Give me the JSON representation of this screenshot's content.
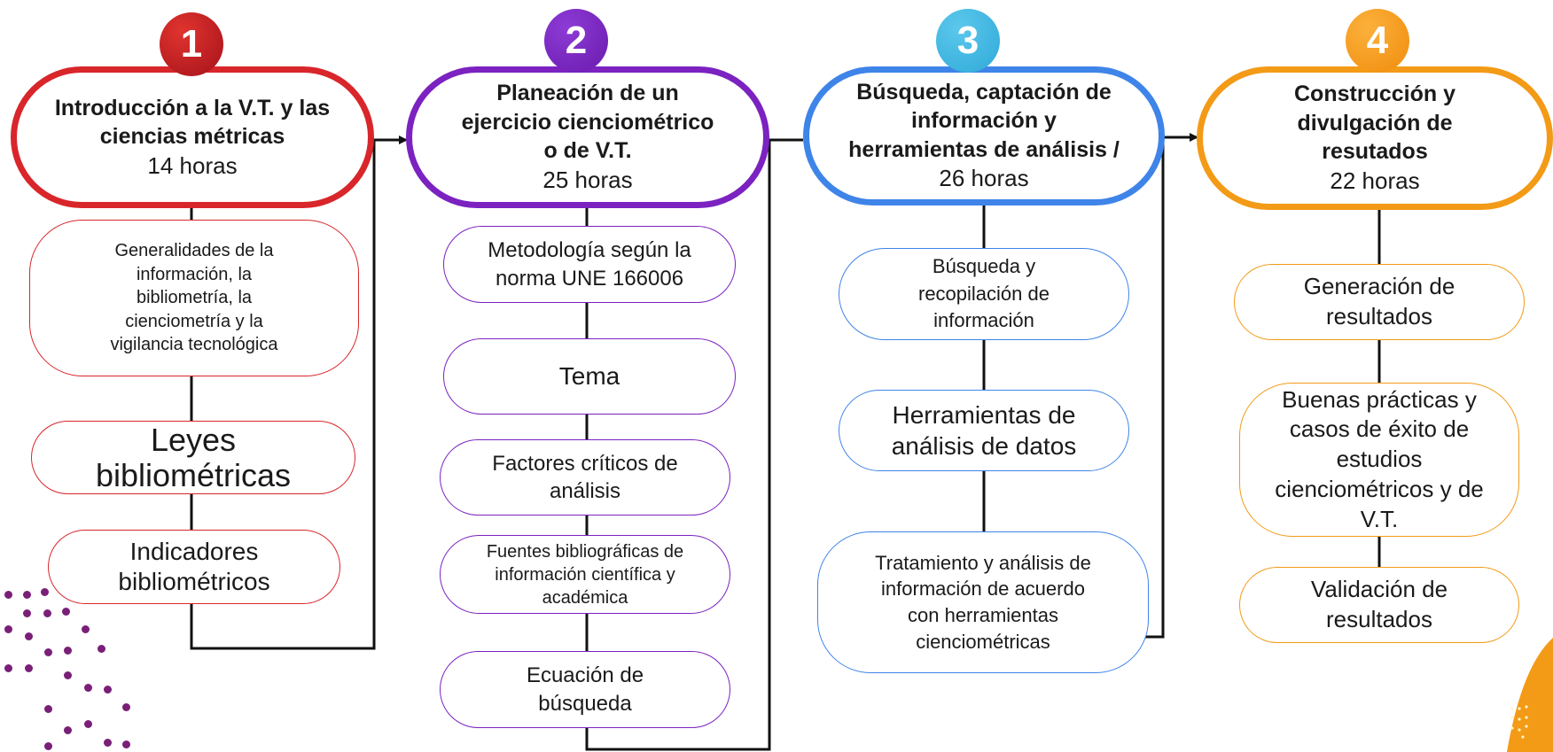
{
  "colors": {
    "red": "#d8262b",
    "purple": "#7b22c0",
    "blue": "#3f84e8",
    "orange": "#f39a17",
    "dots": "#7a1f78",
    "line": "#111111"
  },
  "steps": [
    {
      "number": "1",
      "title": "Introducción a la V.T. y las ciencias métricas",
      "hours": "14 horas",
      "items": [
        "Generalidades de la información, la bibliometría, la cienciometría y la vigilancia tecnológica",
        "Leyes bibliométricas",
        "Indicadores bibliométricos"
      ]
    },
    {
      "number": "2",
      "title": "Planeación de un ejercicio cienciométrico o de V.T.",
      "hours": "25 horas",
      "items": [
        "Metodología según la norma UNE 166006",
        "Tema",
        "Factores críticos de análisis",
        "Fuentes bibliográficas de información científica y académica",
        "Ecuación de búsqueda"
      ]
    },
    {
      "number": "3",
      "title": "Búsqueda, captación de información y herramientas de análisis",
      "separator": " / ",
      "hours": "26 horas",
      "items": [
        "Búsqueda y recopilación de información",
        "Herramientas de análisis de datos",
        "Tratamiento y análisis de información de acuerdo con herramientas cienciométricas"
      ]
    },
    {
      "number": "4",
      "title": "Construcción y divulgación de resutados",
      "hours": "22 horas",
      "items": [
        "Generación de resultados",
        "Buenas prácticas y casos de éxito de estudios cienciométricos y de V.T.",
        "Validación de resultados"
      ]
    }
  ]
}
